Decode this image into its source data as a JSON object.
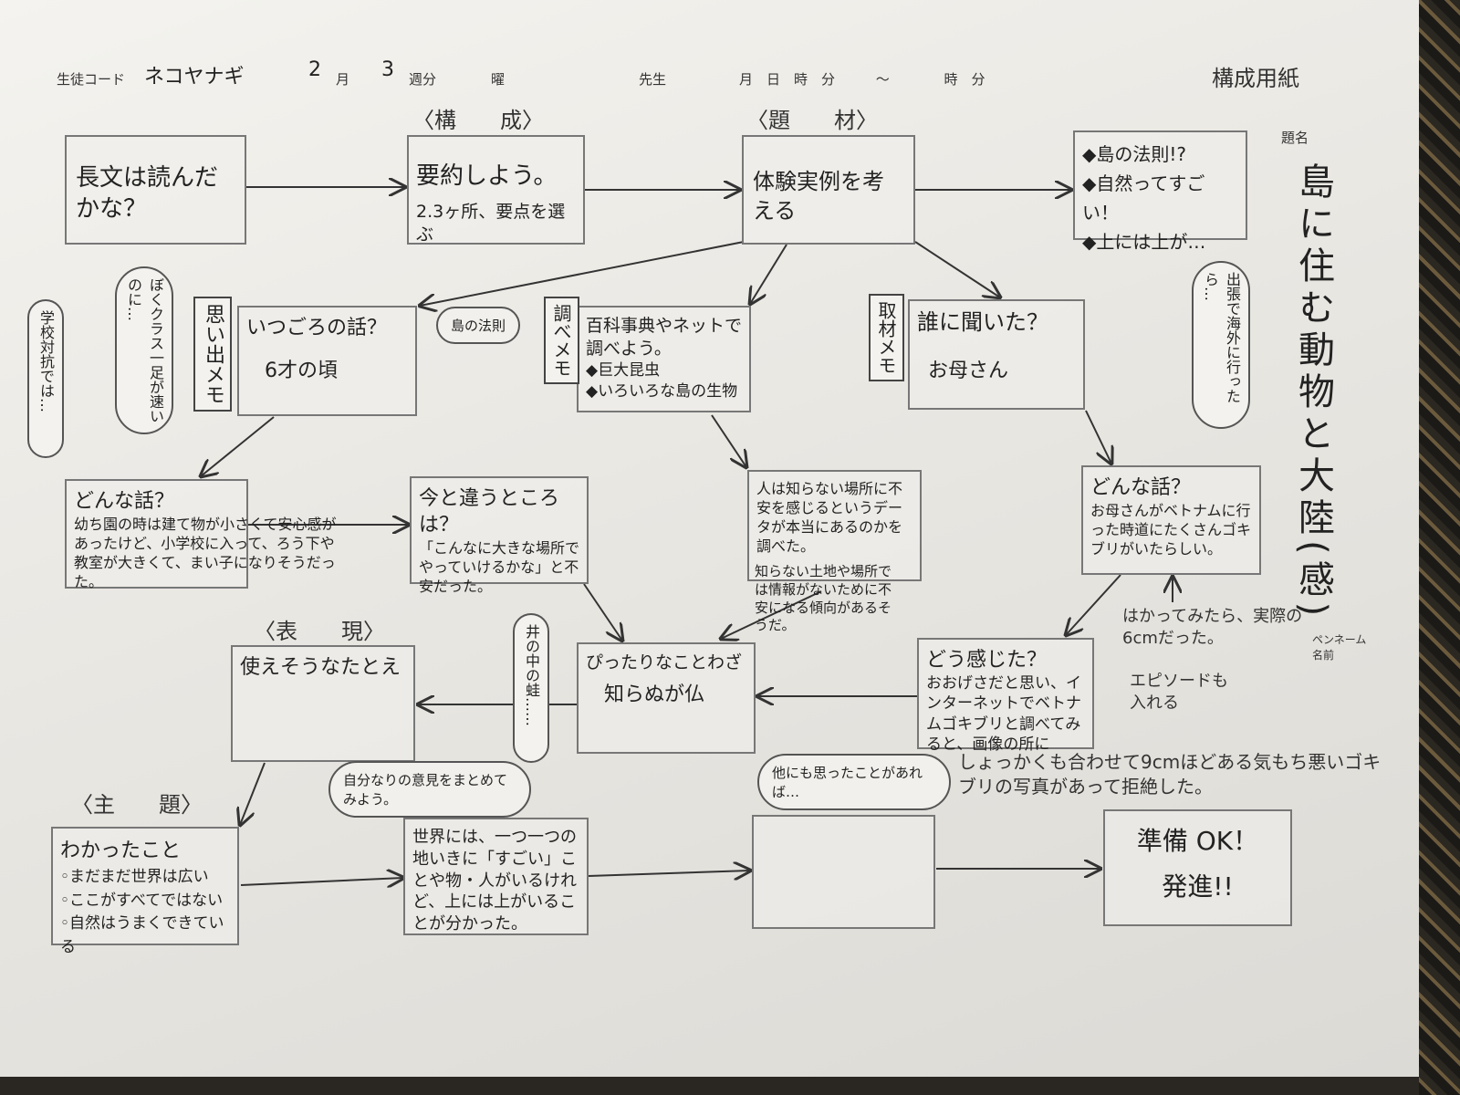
{
  "header": {
    "code_label": "生徒コード",
    "code_value": "ネコヤナギ",
    "month": "2",
    "month_label": "月",
    "week": "3",
    "week_label": "週分",
    "day_label": "曜",
    "teacher_label": "先生",
    "date_labels": "月　日　時　分 〜 　時　分",
    "form_title": "構成用紙",
    "title_label": "題名"
  },
  "title_vertical": "島に住む動物と大陸(感)",
  "penname_label": "ペンネーム名前",
  "sections": {
    "kosei": "〈構　　成〉",
    "daizai": "〈題　　材〉",
    "hyogen": "〈表　　現〉",
    "shudai": "〈主　　題〉"
  },
  "boxes": {
    "start": "長文は読んだかな？",
    "summary_title": "要約しよう。",
    "summary_body": "2.3ヶ所、要点を選ぶ",
    "experience": "体験実例を考える",
    "topics": [
      "◆島の法則!?",
      "◆自然ってすごい！",
      "◆上には上が…"
    ],
    "memory_title": "いつごろの話？",
    "memory_body": "6才の頃",
    "research_title": "百科事典やネットで調べよう。",
    "research_items": [
      "◆巨大昆虫",
      "◆いろいろな島の生物"
    ],
    "interview_title": "誰に聞いた？",
    "interview_body": "お母さん",
    "story_left_title": "どんな話？",
    "story_left_body": "幼ち園の時は建て物が小さくて安心感があったけど、小学校に入って、ろう下や教室が大きくて、まい子になりそうだった。",
    "diff_title": "今と違うところは？",
    "diff_body": "「こんなに大きな場所でやっていけるかな」と不安だった。",
    "research_result": "人は知らない場所に不安を感じるというデータが本当にあるのかを調べた。",
    "research_result_extra": "知らない土地や場所では情報がないために不安になる傾向があるそうだ。",
    "story_right_title": "どんな話？",
    "story_right_body": "お母さんがベトナムに行った時道にたくさんゴキブリがいたらしい。",
    "measure_note": "はかってみたら、実際の6cmだった。",
    "episode_note": "エピソードも入れる",
    "metaphor_title": "使えそうなたとえ",
    "proverb_title": "ぴったりなことわざ",
    "proverb_body": "知らぬが仏",
    "feeling_title": "どう感じた？",
    "feeling_body": "おおげさだと思い、インターネットでベトナムゴキブリと調べてみると、画像の所に",
    "feeling_extra": "しょっかくも合わせて9cmほどある気もち悪いゴキブリの写真があって拒絶した。",
    "learned_title": "わかったこと",
    "learned_items": [
      "◦まだまだ世界は広い",
      "◦ここがすべてではない",
      "◦自然はうまくできている"
    ],
    "world_body": "世界には、一つ一つの地いきに「すごい」ことや物・人がいるけれど、上には上がいることが分かった。",
    "ready": "準備 OK！",
    "go": "発進!!"
  },
  "labels": {
    "omoide": "思い出メモ",
    "shirabe": "調べメモ",
    "shuzai": "取材メモ"
  },
  "bubbles": {
    "school": "学校対抗では…",
    "legs": "ぼくクラス一足が速いのに…",
    "frog": "島の法則",
    "kaeru": "井の中の蛙……",
    "trip": "出張で海外に行ったら…",
    "own": "自分なりの意見をまとめてみよう。",
    "other": "他にも思ったことがあれば…"
  }
}
